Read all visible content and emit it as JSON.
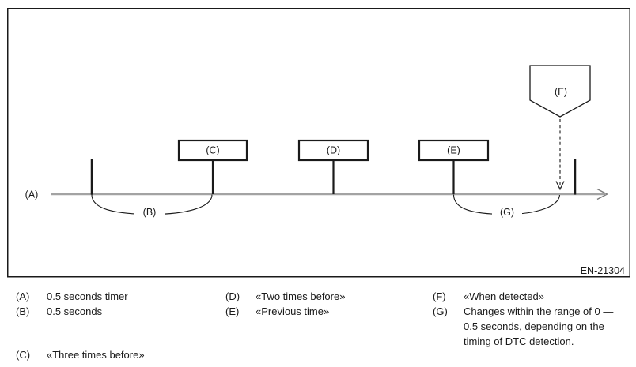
{
  "diagram": {
    "axis_label": "(A)",
    "interval_b_label": "(B)",
    "box_c_label": "(C)",
    "box_d_label": "(D)",
    "box_e_label": "(E)",
    "flag_f_label": "(F)",
    "interval_g_label": "(G)",
    "figure_code": "EN-21304"
  },
  "legend": {
    "items": [
      {
        "key": "(A)",
        "text": "0.5 seconds timer"
      },
      {
        "key": "(B)",
        "text": "0.5 seconds"
      },
      {
        "key": "(C)",
        "text": "«Three times before»"
      },
      {
        "key": "(D)",
        "text": "«Two times before»"
      },
      {
        "key": "(E)",
        "text": "«Previous time»"
      },
      {
        "key": "(F)",
        "text": "«When detected»"
      },
      {
        "key": "(G)",
        "text_lines": [
          "Changes within the range of 0 —",
          "0.5 seconds, depending on the",
          "timing of DTC detection."
        ]
      }
    ]
  },
  "colors": {
    "ink": "#1a1a1a",
    "axis_gray": "#a3a3a3",
    "background": "#ffffff"
  }
}
